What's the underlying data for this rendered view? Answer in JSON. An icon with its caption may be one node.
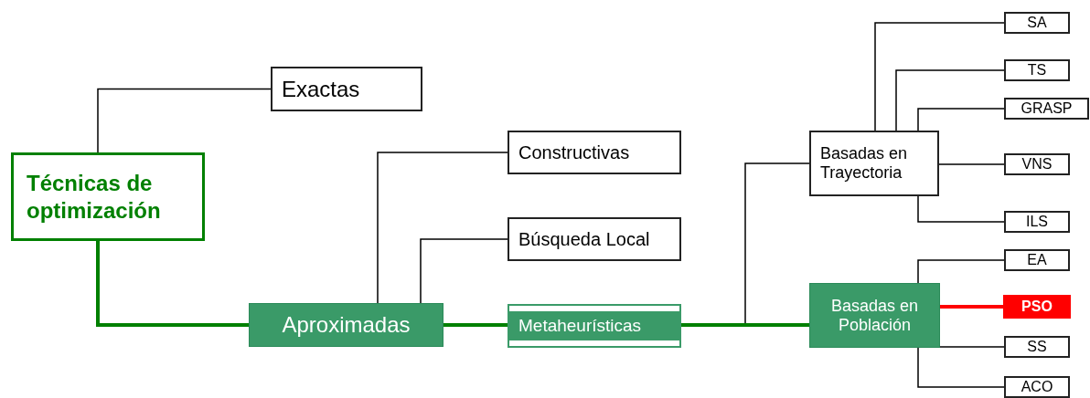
{
  "diagram": {
    "nodes": [
      {
        "text": [
          "Técnicas de optimización"
        ]
      },
      {
        "text": [
          "Exactas"
        ]
      },
      {
        "text": [
          "Aproximadas"
        ]
      },
      {
        "text": [
          "Constructivas"
        ]
      },
      {
        "text": [
          "Búsqueda Local"
        ]
      },
      {
        "text": [
          "Metaheurísticas"
        ]
      },
      {
        "text": [
          "Basadas en Trayectoria"
        ]
      },
      {
        "text": [
          "Basadas en Población"
        ]
      },
      {
        "text": [
          "SA"
        ]
      },
      {
        "text": [
          "TS"
        ]
      },
      {
        "text": [
          "GRASP"
        ]
      },
      {
        "text": [
          "VNS"
        ]
      },
      {
        "text": [
          "ILS"
        ]
      },
      {
        "text": [
          "EA"
        ]
      },
      {
        "text": [
          "PSO"
        ]
      },
      {
        "text": [
          "SS"
        ]
      },
      {
        "text": [
          "ACO"
        ]
      }
    ],
    "edges": [
      {
        "from": 0,
        "to": 1,
        "arrow": "none"
      },
      {
        "from": 0,
        "to": 2,
        "arrow": "none",
        "style": "thick",
        "color": "#008000"
      },
      {
        "from": 2,
        "to": 3,
        "arrow": "none"
      },
      {
        "from": 2,
        "to": 4,
        "arrow": "none"
      },
      {
        "from": 2,
        "to": 5,
        "arrow": "none",
        "style": "thick",
        "color": "#008000"
      },
      {
        "from": 5,
        "to": 6,
        "arrow": "none"
      },
      {
        "from": 5,
        "to": 7,
        "arrow": "none",
        "style": "thick",
        "color": "#008000"
      },
      {
        "from": 6,
        "to": 8,
        "arrow": "none"
      },
      {
        "from": 6,
        "to": 9,
        "arrow": "none"
      },
      {
        "from": 6,
        "to": 10,
        "arrow": "none"
      },
      {
        "from": 6,
        "to": 11,
        "arrow": "none"
      },
      {
        "from": 6,
        "to": 12,
        "arrow": "none"
      },
      {
        "from": 7,
        "to": 13,
        "arrow": "none"
      },
      {
        "from": 7,
        "to": 14,
        "arrow": "none",
        "style": "thick",
        "color": "#ff0000"
      },
      {
        "from": 7,
        "to": 15,
        "arrow": "none"
      },
      {
        "from": 7,
        "to": 16,
        "arrow": "none"
      }
    ]
  }
}
